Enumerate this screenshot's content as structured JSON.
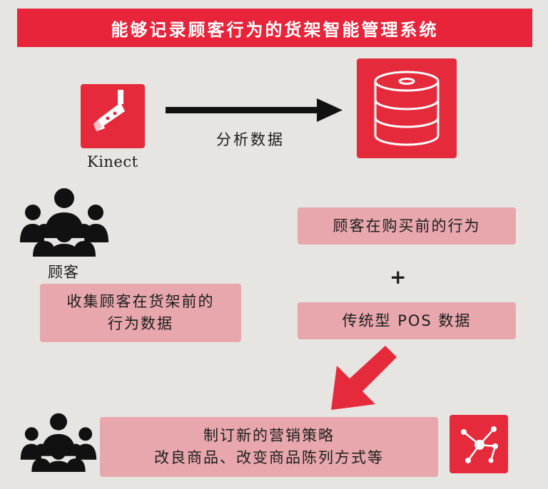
{
  "title": "能够记录顾客行为的货架智能管理系统",
  "kinect_label": "Kinect",
  "arrow_label": "分析数据",
  "customer_label": "顾客",
  "collect_box": {
    "line1": "收集顾客在货架前的",
    "line2": "行为数据"
  },
  "behavior_box": "顾客在购买前的行为",
  "plus_sign": "+",
  "pos_box": "传统型 POS 数据",
  "strategy_box": {
    "line1": "制订新的营销策略",
    "line2": "改良商品、改变商品陈列方式等"
  },
  "colors": {
    "brand_red": "#e8243a",
    "pink": "#e7a7ad",
    "background": "#e6e5e2",
    "icon_black": "#111111"
  },
  "icons": [
    "kinect-camera-icon",
    "database-icon",
    "people-group-icon",
    "network-nodes-icon",
    "arrow-right-icon",
    "arrow-down-left-icon"
  ]
}
